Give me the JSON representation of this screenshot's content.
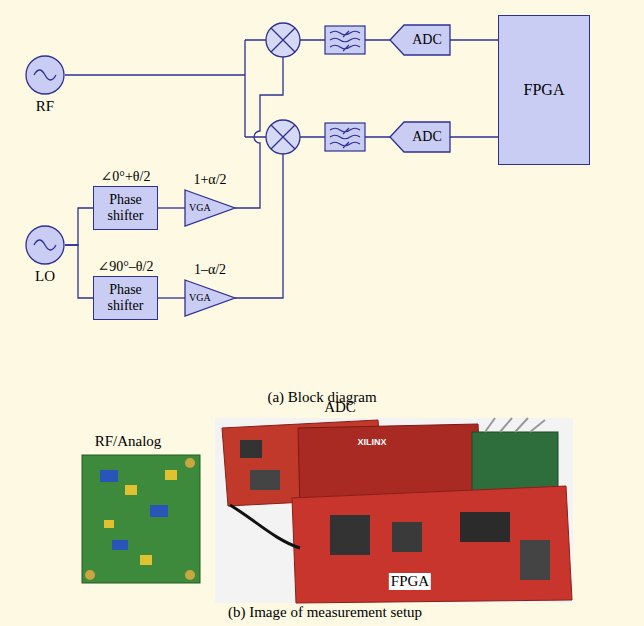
{
  "diagram": {
    "nodes": [
      {
        "text": [
          "RF"
        ]
      },
      {
        "text": [
          "LO"
        ]
      },
      {
        "text": [
          "∠0°+θ/2",
          "Phase shifter"
        ]
      },
      {
        "text": [
          "1+α/2",
          "VGA"
        ]
      },
      {
        "text": [
          "∠90°–θ/2",
          "Phase shifter"
        ]
      },
      {
        "text": [
          "1–α/2",
          "VGA"
        ]
      },
      {
        "text": [
          "ADC"
        ]
      },
      {
        "text": [
          "ADC"
        ]
      },
      {
        "text": [
          "FPGA"
        ]
      }
    ],
    "edges": [
      {
        "from": 1,
        "to": 2,
        "arrow": "none"
      },
      {
        "from": 1,
        "to": 4,
        "arrow": "none"
      },
      {
        "from": 2,
        "to": 3,
        "arrow": "none"
      },
      {
        "from": 4,
        "to": 5,
        "arrow": "none"
      },
      {
        "from": 6,
        "to": 8,
        "arrow": "none"
      },
      {
        "from": 7,
        "to": 8,
        "arrow": "none"
      }
    ],
    "labels": [
      "(a) Block diagram",
      "RF/Analog",
      "ADC",
      "XILINX",
      "FPGA",
      "(b) Image of measurement setup"
    ]
  }
}
